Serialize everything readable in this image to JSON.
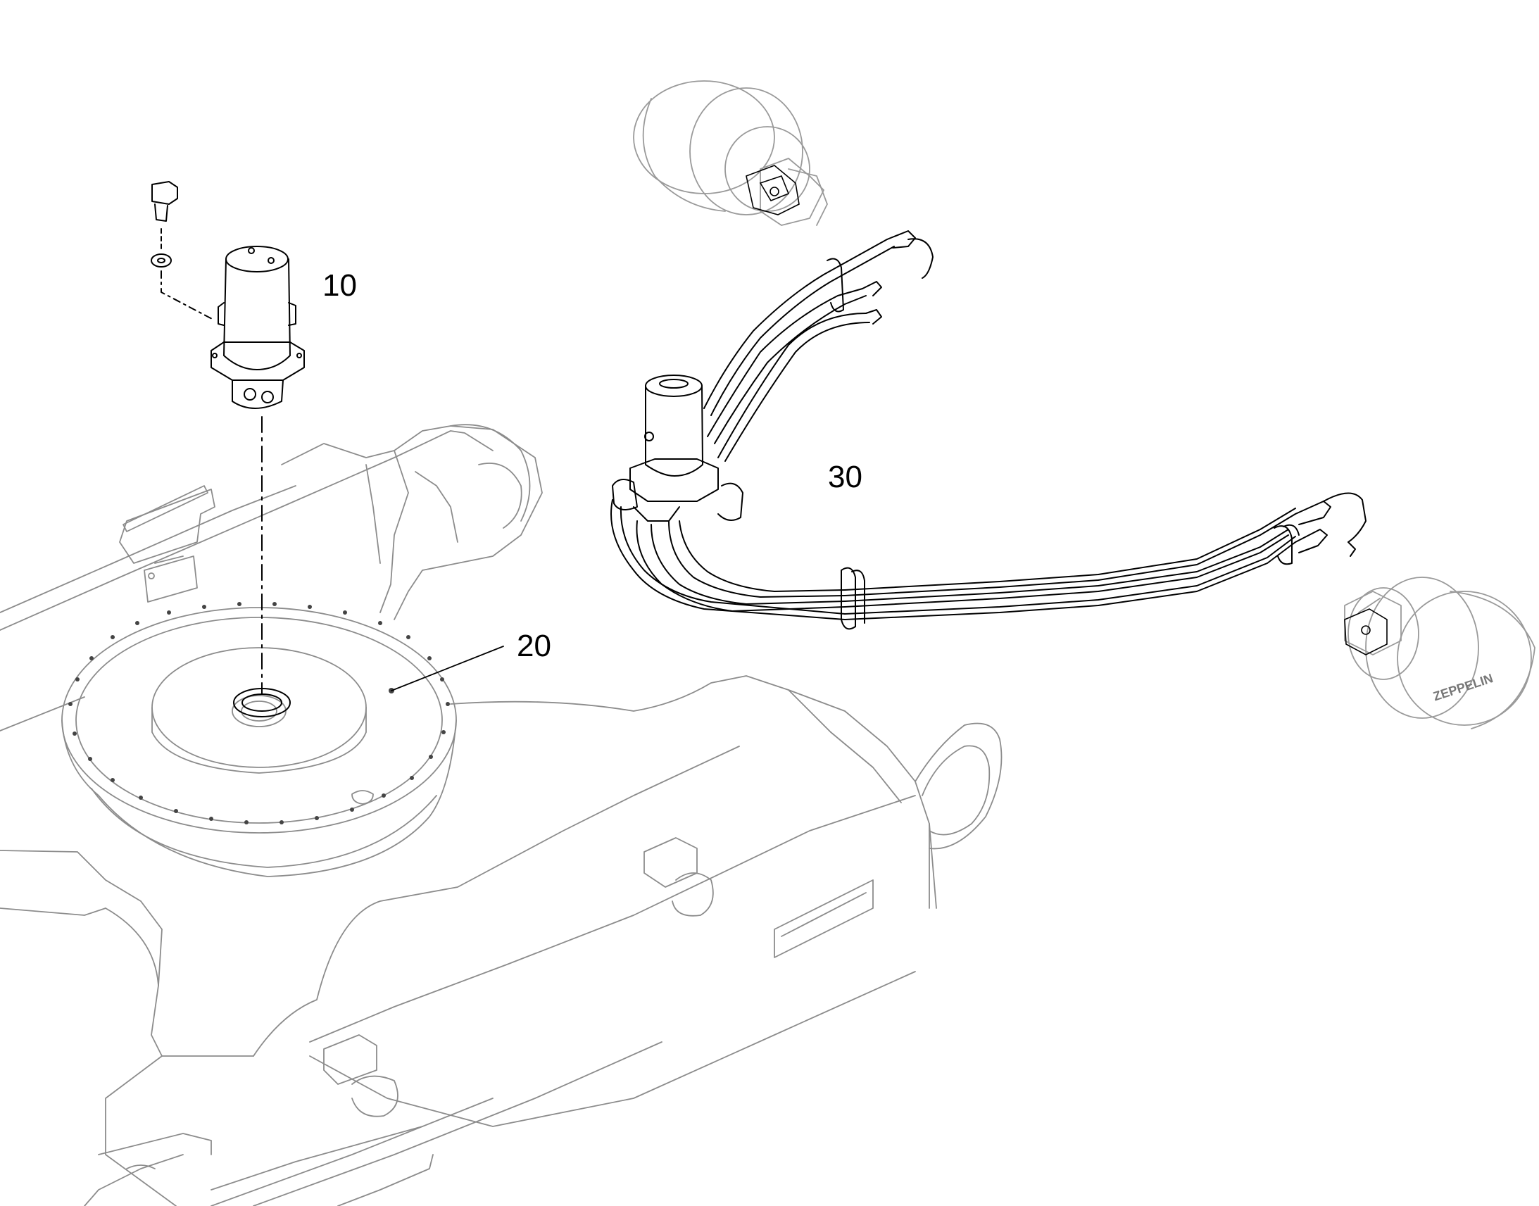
{
  "callouts": {
    "part_10": "10",
    "part_20": "20",
    "part_30": "30"
  },
  "brand_mark": "ZEPPELIN",
  "colors": {
    "line": "#000000",
    "ghost": "#9a9a9a",
    "background": "#ffffff"
  }
}
